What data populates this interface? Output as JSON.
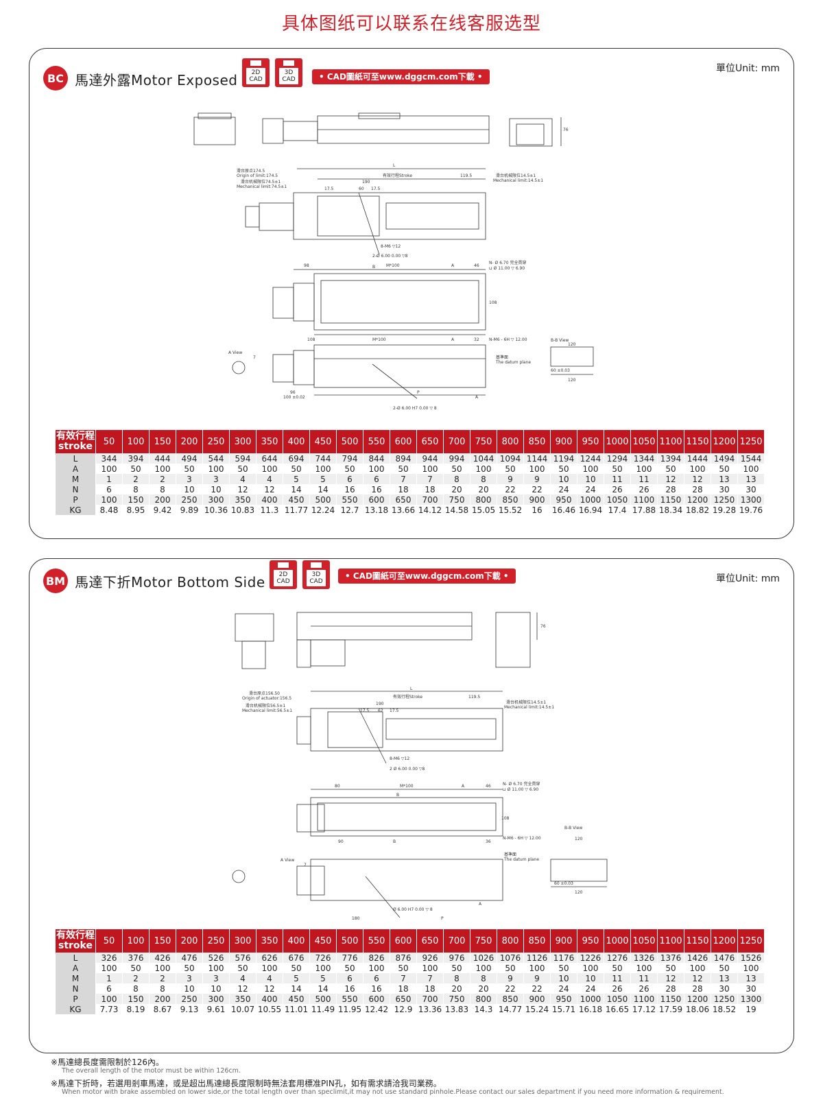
{
  "page_title": "具体图纸可以联系在线客服选型",
  "sections": [
    {
      "id": "bc",
      "badge": "BC",
      "title": "馬達外露Motor Exposed",
      "unit": "單位Unit: mm",
      "cad_2d_line1": "2D",
      "cad_2d_line2": "CAD",
      "cad_3d_line1": "3D",
      "cad_3d_line2": "CAD",
      "download": "• CAD圖紙可至www.dggcm.com下載 •",
      "dims": {
        "origin_zh": "滑台原点174.5",
        "origin_en": "Origin of limit:174.5",
        "mech_left_zh": "滑台机械限位74.5±1",
        "mech_left_en": "Mechanical limit:74.5±1",
        "mech_right_zh": "滑台机械限位14.5±1",
        "mech_right_en": "Mechanical limit:14.5±1",
        "L": "L",
        "stroke": "有效行程Stroke",
        "d1195": "119.5",
        "d190": "190",
        "d60": "60",
        "d175a": "17.5",
        "d175b": "17.5",
        "m6": "8-M6 ▽12",
        "pin": "2-Ø 6.00  0.00 ▽8",
        "d98": "98",
        "m100": "M*100",
        "A": "A",
        "B": "B",
        "d46": "46",
        "nhole": "N- Ø 6.70 完全貫穿",
        "nhole2": "⊔ Ø 11.00 ▽ 6.90",
        "d108": "108",
        "d32": "32",
        "nm6": "N-M6 - 6H ▽ 12.00",
        "d100": "100",
        "bb": "B-B View",
        "d120": "120",
        "datum_zh": "基準面",
        "datum_en": "The datum plane",
        "d60b": "60 ±0.03",
        "aview": "A View",
        "d7": "7",
        "d96": "96",
        "d100b": "100 ±0.02",
        "P": "P",
        "pin2": "2-Ø 6.00 H7  0.00 ▽ 8",
        "d76": "76"
      },
      "table": {
        "stroke_label_zh": "有效行程",
        "stroke_label_en": "stroke",
        "strokes": [
          "50",
          "100",
          "150",
          "200",
          "250",
          "300",
          "350",
          "400",
          "450",
          "500",
          "550",
          "600",
          "650",
          "700",
          "750",
          "800",
          "850",
          "900",
          "950",
          "1000",
          "1050",
          "1100",
          "1150",
          "1200",
          "1250"
        ],
        "rows": [
          {
            "label": "L",
            "values": [
              "344",
              "394",
              "444",
              "494",
              "544",
              "594",
              "644",
              "694",
              "744",
              "794",
              "844",
              "894",
              "944",
              "994",
              "1044",
              "1094",
              "1144",
              "1194",
              "1244",
              "1294",
              "1344",
              "1394",
              "1444",
              "1494",
              "1544"
            ]
          },
          {
            "label": "A",
            "values": [
              "100",
              "50",
              "100",
              "50",
              "100",
              "50",
              "100",
              "50",
              "100",
              "50",
              "100",
              "50",
              "100",
              "50",
              "100",
              "50",
              "100",
              "50",
              "100",
              "50",
              "100",
              "50",
              "100",
              "50",
              "100"
            ]
          },
          {
            "label": "M",
            "values": [
              "1",
              "2",
              "2",
              "3",
              "3",
              "4",
              "4",
              "5",
              "5",
              "6",
              "6",
              "7",
              "7",
              "8",
              "8",
              "9",
              "9",
              "10",
              "10",
              "11",
              "11",
              "12",
              "12",
              "13",
              "13"
            ]
          },
          {
            "label": "N",
            "values": [
              "6",
              "8",
              "8",
              "10",
              "10",
              "12",
              "12",
              "14",
              "14",
              "16",
              "16",
              "18",
              "18",
              "20",
              "20",
              "22",
              "22",
              "24",
              "24",
              "26",
              "26",
              "28",
              "28",
              "30",
              "30"
            ]
          },
          {
            "label": "P",
            "values": [
              "100",
              "150",
              "200",
              "250",
              "300",
              "350",
              "400",
              "450",
              "500",
              "550",
              "600",
              "650",
              "700",
              "750",
              "800",
              "850",
              "900",
              "950",
              "1000",
              "1050",
              "1100",
              "1150",
              "1200",
              "1250",
              "1300"
            ]
          },
          {
            "label": "KG",
            "values": [
              "8.48",
              "8.95",
              "9.42",
              "9.89",
              "10.36",
              "10.83",
              "11.3",
              "11.77",
              "12.24",
              "12.7",
              "13.18",
              "13.66",
              "14.12",
              "14.58",
              "15.05",
              "15.52",
              "16",
              "16.46",
              "16.94",
              "17.4",
              "17.88",
              "18.34",
              "18.82",
              "19.28",
              "19.76"
            ]
          }
        ]
      }
    },
    {
      "id": "bm",
      "badge": "BM",
      "title": "馬達下折Motor Bottom Side",
      "unit": "單位Unit: mm",
      "cad_2d_line1": "2D",
      "cad_2d_line2": "CAD",
      "cad_3d_line1": "3D",
      "cad_3d_line2": "CAD",
      "download": "• CAD圖紙可至www.dggcm.com下載 •",
      "dims": {
        "origin_zh": "滑台原点156.50",
        "origin_en": "Origin of actuator:156.5",
        "mech_left_zh": "滑台机械限位56.5±1",
        "mech_left_en": "Mechanical limit:56.5±1",
        "mech_right_zh": "滑台机械限位14.5±1",
        "mech_right_en": "Mechanical limit:14.5±1",
        "L": "L",
        "stroke": "有效行程Stroke",
        "d1195": "119.5",
        "d190": "190",
        "d62": "62",
        "d175a": "17.5",
        "d175b": "17.5",
        "m6": "8-M6 ▽12",
        "pin": "2 Ø 6.00  0.00 ▽8",
        "d80": "80",
        "m100": "M*100",
        "A": "A",
        "B": "B",
        "d46": "46",
        "nhole": "N- Ø 6.70 完全貫穿",
        "nhole2": "⊔ Ø 11.00 ▽ 6.90",
        "d108": "108",
        "d36": "36",
        "nm6": "N-M6 - 6H ▽ 12.00",
        "d90": "90",
        "bb": "B-B View",
        "d120": "120",
        "datum_zh": "基準面",
        "datum_en": "The datum plane",
        "d60b": "60 ±0.03",
        "aview": "A View",
        "d7": "7",
        "d180": "180",
        "P": "P",
        "pin2": "Ø 6.00 H7  0.00 ▽ 8",
        "d76": "76"
      },
      "table": {
        "stroke_label_zh": "有效行程",
        "stroke_label_en": "stroke",
        "strokes": [
          "50",
          "100",
          "150",
          "200",
          "250",
          "300",
          "350",
          "400",
          "450",
          "500",
          "550",
          "600",
          "650",
          "700",
          "750",
          "800",
          "850",
          "900",
          "950",
          "1000",
          "1050",
          "1100",
          "1150",
          "1200",
          "1250"
        ],
        "rows": [
          {
            "label": "L",
            "values": [
              "326",
              "376",
              "426",
              "476",
              "526",
              "576",
              "626",
              "676",
              "726",
              "776",
              "826",
              "876",
              "926",
              "976",
              "1026",
              "1076",
              "1126",
              "1176",
              "1226",
              "1276",
              "1326",
              "1376",
              "1426",
              "1476",
              "1526"
            ]
          },
          {
            "label": "A",
            "values": [
              "100",
              "50",
              "100",
              "50",
              "100",
              "50",
              "100",
              "50",
              "100",
              "50",
              "100",
              "50",
              "100",
              "50",
              "100",
              "50",
              "100",
              "50",
              "100",
              "50",
              "100",
              "50",
              "100",
              "50",
              "100"
            ]
          },
          {
            "label": "M",
            "values": [
              "1",
              "2",
              "2",
              "3",
              "3",
              "4",
              "4",
              "5",
              "5",
              "6",
              "6",
              "7",
              "7",
              "8",
              "8",
              "9",
              "9",
              "10",
              "10",
              "11",
              "11",
              "12",
              "12",
              "13",
              "13"
            ]
          },
          {
            "label": "N",
            "values": [
              "6",
              "8",
              "8",
              "10",
              "10",
              "12",
              "12",
              "14",
              "14",
              "16",
              "16",
              "18",
              "18",
              "20",
              "20",
              "22",
              "22",
              "24",
              "24",
              "26",
              "26",
              "28",
              "28",
              "30",
              "30"
            ]
          },
          {
            "label": "P",
            "values": [
              "100",
              "150",
              "200",
              "250",
              "300",
              "350",
              "400",
              "450",
              "500",
              "550",
              "600",
              "650",
              "700",
              "750",
              "800",
              "850",
              "900",
              "950",
              "1000",
              "1050",
              "1100",
              "1150",
              "1200",
              "1250",
              "1300"
            ]
          },
          {
            "label": "KG",
            "values": [
              "7.73",
              "8.19",
              "8.67",
              "9.13",
              "9.61",
              "10.07",
              "10.55",
              "11.01",
              "11.49",
              "11.95",
              "12.42",
              "12.9",
              "13.36",
              "13.83",
              "14.3",
              "14.77",
              "15.24",
              "15.71",
              "16.18",
              "16.65",
              "17.12",
              "17.59",
              "18.06",
              "18.52",
              "19"
            ]
          }
        ]
      }
    }
  ],
  "notes": [
    {
      "zh": "※馬達總長度需限制於126內。",
      "en": "The overall length of the motor must be within 126cm."
    },
    {
      "zh": "※馬達下折時，若選用剎車馬達，或是超出馬達總長度限制時無法套用標准PIN孔，如有需求請洽我司業務。",
      "en": "When motor with brake assembled on lower side,or the total length over than speclimit,it may not use standard pinhole.Please contact our sales department if you need more information & requirement."
    }
  ]
}
